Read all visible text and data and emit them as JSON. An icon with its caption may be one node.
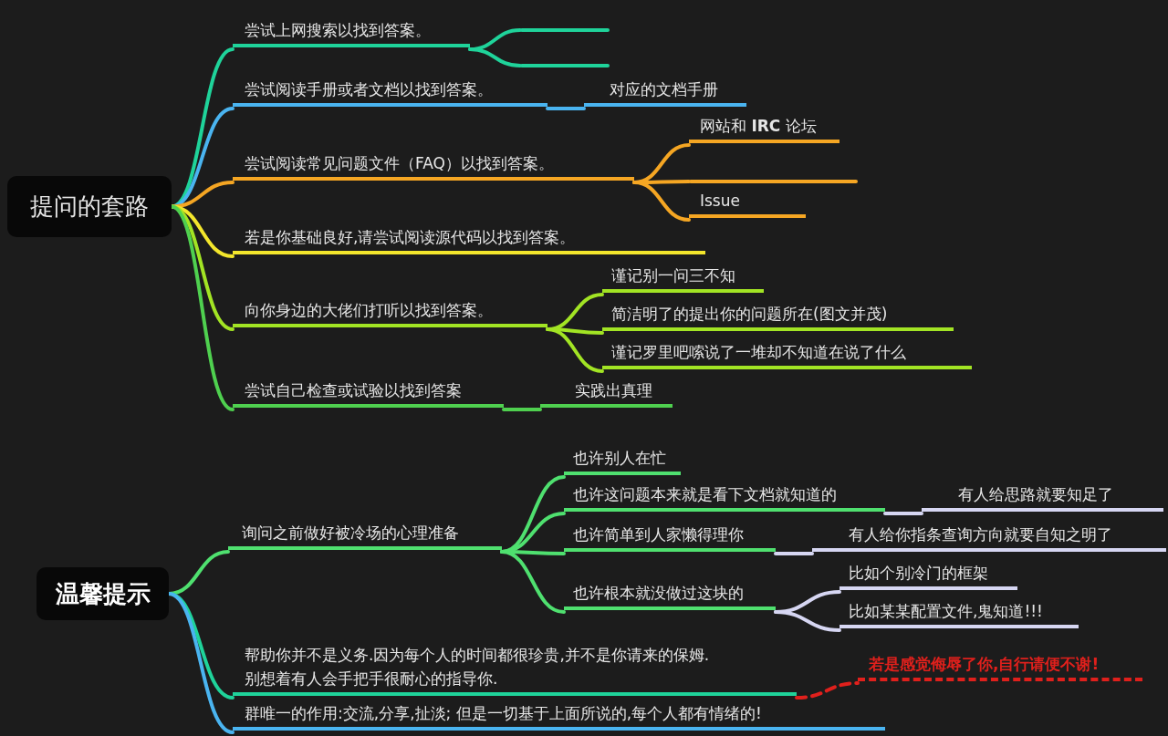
{
  "diagram": {
    "nodes": [
      {
        "text": [
          "提问的套路"
        ]
      },
      {
        "text": [
          "尝试上网搜索以找到答案。"
        ]
      },
      {
        "text": [],
        "shape": "bar"
      },
      {
        "text": [],
        "shape": "bar"
      },
      {
        "text": [
          "尝试阅读手册或者文档以找到答案。"
        ]
      },
      {
        "text": [
          "对应的文档手册"
        ]
      },
      {
        "text": [
          "尝试阅读常见问题文件（FAQ）以找到答案。"
        ]
      },
      {
        "text": [
          "网站和 **IRC** 论坛"
        ]
      },
      {
        "text": [],
        "shape": "bar"
      },
      {
        "text": [
          "Issue"
        ]
      },
      {
        "text": [
          "若是你基础良好,请尝试阅读源代码以找到答案。"
        ]
      },
      {
        "text": [
          "向你身边的大佬们打听以找到答案。"
        ]
      },
      {
        "text": [
          "谨记别一问三不知"
        ]
      },
      {
        "text": [
          "简洁明了的提出你的问题所在(图文并茂)"
        ]
      },
      {
        "text": [
          "谨记罗里吧嗦说了一堆却不知道在说了什么"
        ]
      },
      {
        "text": [
          "尝试自己检查或试验以找到答案"
        ]
      },
      {
        "text": [
          "实践出真理"
        ]
      },
      {
        "text": [
          "温馨提示"
        ]
      },
      {
        "text": [
          "询问之前做好被冷场的心理准备"
        ]
      },
      {
        "text": [
          "也许别人在忙"
        ]
      },
      {
        "text": [
          "也许这问题本来就是看下文档就知道的"
        ]
      },
      {
        "text": [
          "有人给思路就要知足了"
        ]
      },
      {
        "text": [
          "也许简单到人家懒得理你"
        ]
      },
      {
        "text": [
          "有人给你指条查询方向就要自知之明了"
        ]
      },
      {
        "text": [
          "也许根本就没做过这块的"
        ]
      },
      {
        "text": [
          "比如个别冷门的框架"
        ]
      },
      {
        "text": [
          "比如某某配置文件,鬼知道!!!"
        ]
      },
      {
        "text": [
          "帮助你并不是义务.因为每个人的时间都很珍贵,并不是你请来的保姆. 别想着有人会手把手很耐心的指导你."
        ]
      },
      {
        "text": [
          "若是感觉侮辱了你,自行请便不谢!"
        ]
      },
      {
        "text": [
          "群唯一的作用:交流,分享,扯淡; 但是一切基于上面所说的,每个人都有情绪的!"
        ]
      }
    ],
    "edges": [
      {
        "from": 0,
        "to": 1,
        "arrow": "none",
        "color": "#1fd39a"
      },
      {
        "from": 1,
        "to": 2,
        "arrow": "none",
        "color": "#1fd39a"
      },
      {
        "from": 1,
        "to": 3,
        "arrow": "none",
        "color": "#1fd39a"
      },
      {
        "from": 0,
        "to": 4,
        "arrow": "none",
        "color": "#4ab4f0"
      },
      {
        "from": 4,
        "to": 5,
        "arrow": "none",
        "color": "#4ab4f0"
      },
      {
        "from": 0,
        "to": 6,
        "arrow": "none",
        "color": "#f5a623"
      },
      {
        "from": 6,
        "to": 7,
        "arrow": "none",
        "color": "#f5a623"
      },
      {
        "from": 6,
        "to": 8,
        "arrow": "none",
        "color": "#f5a623"
      },
      {
        "from": 6,
        "to": 9,
        "arrow": "none",
        "color": "#f5a623"
      },
      {
        "from": 0,
        "to": 10,
        "arrow": "none",
        "color": "#f3e62c"
      },
      {
        "from": 0,
        "to": 11,
        "arrow": "none",
        "color": "#a2e424"
      },
      {
        "from": 11,
        "to": 12,
        "arrow": "none",
        "color": "#a2e424"
      },
      {
        "from": 11,
        "to": 13,
        "arrow": "none",
        "color": "#a2e424"
      },
      {
        "from": 11,
        "to": 14,
        "arrow": "none",
        "color": "#a2e424"
      },
      {
        "from": 0,
        "to": 15,
        "arrow": "none",
        "color": "#4fd04f"
      },
      {
        "from": 15,
        "to": 16,
        "arrow": "none",
        "color": "#4fd04f"
      },
      {
        "from": 17,
        "to": 18,
        "arrow": "none",
        "color": "#4fe06f"
      },
      {
        "from": 18,
        "to": 19,
        "arrow": "none",
        "color": "#4fe06f"
      },
      {
        "from": 18,
        "to": 20,
        "arrow": "none",
        "color": "#4fe06f"
      },
      {
        "from": 20,
        "to": 21,
        "arrow": "none",
        "color": "#d6d6f2"
      },
      {
        "from": 18,
        "to": 22,
        "arrow": "none",
        "color": "#4fe06f"
      },
      {
        "from": 22,
        "to": 23,
        "arrow": "none",
        "color": "#d6d6f2"
      },
      {
        "from": 18,
        "to": 24,
        "arrow": "none",
        "color": "#4fe06f"
      },
      {
        "from": 24,
        "to": 25,
        "arrow": "none",
        "color": "#d6d6f2"
      },
      {
        "from": 24,
        "to": 26,
        "arrow": "none",
        "color": "#d6d6f2"
      },
      {
        "from": 17,
        "to": 27,
        "arrow": "none",
        "color": "#1fd39a"
      },
      {
        "from": 27,
        "to": 28,
        "arrow": "none",
        "style": "dashed",
        "color": "#e0201c"
      },
      {
        "from": 17,
        "to": 29,
        "arrow": "none",
        "color": "#4ab4f0"
      }
    ]
  }
}
